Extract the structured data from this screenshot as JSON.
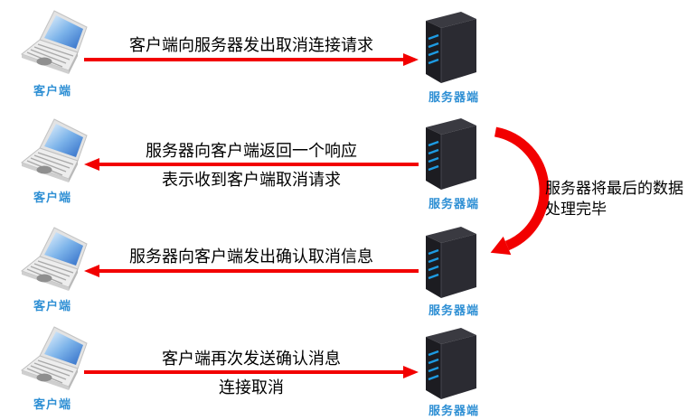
{
  "diagram": {
    "title_semantic": "TCP connection cancel (four-way handshake) sequence diagram",
    "client_label": "客户端",
    "server_label": "服务器端",
    "steps": [
      {
        "direction": "right",
        "line1": "客户端向服务器发出取消连接请求",
        "line2": ""
      },
      {
        "direction": "left",
        "line1": "服务器向客户端返回一个响应",
        "line2": "表示收到客户端取消请求"
      },
      {
        "direction": "left",
        "line1": "服务器向客户端发出确认取消信息",
        "line2": ""
      },
      {
        "direction": "right",
        "line1": "客户端再次发送确认消息",
        "line2": "连接取消"
      }
    ],
    "side_note": {
      "line1": "服务器将最后的数据",
      "line2": "处理完毕"
    },
    "colors": {
      "arrow_red": "#f20000",
      "label_blue": "#2e8fd4",
      "server_stripe_blue": "#1e9be2",
      "text_black": "#000000",
      "background": "#ffffff"
    }
  }
}
